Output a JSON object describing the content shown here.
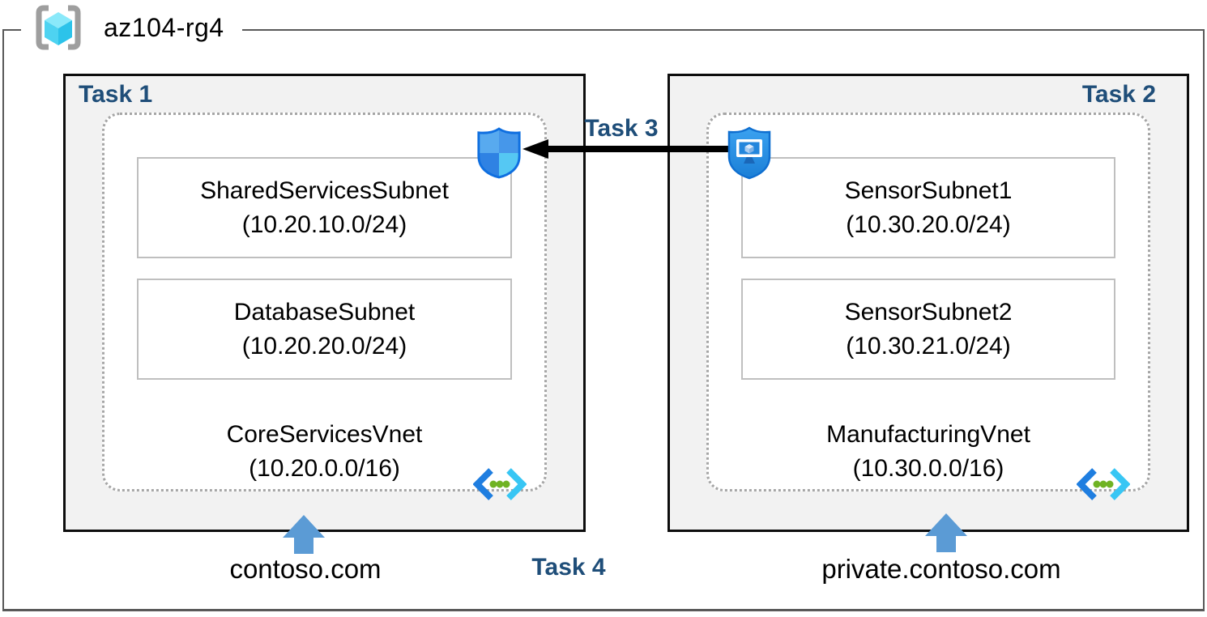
{
  "title": {
    "resource_group": "az104-rg4"
  },
  "colors": {
    "task_label": "#1f4e79",
    "box_fill": "#f2f2f2",
    "blue_arrow": "#5b9bd5",
    "nsg_outline": "#0f6fe0",
    "bastion_fill": "#2593ea",
    "vnet_chevron_left": "#1f7ee0",
    "vnet_chevron_right": "#38c6f4",
    "vnet_dots_green": "#6fb323",
    "rg_bracket_gray": "#9e9e9e",
    "rg_cube_cyan": "#4ed3f1"
  },
  "left_box": {
    "task_label": "Task 1",
    "vnet": {
      "name": "CoreServicesVnet",
      "cidr": "(10.20.0.0/16)"
    },
    "subnets": [
      {
        "name": "SharedServicesSubnet",
        "cidr": "(10.20.10.0/24)"
      },
      {
        "name": "DatabaseSubnet",
        "cidr": "(10.20.20.0/24)"
      }
    ],
    "domain": "contoso.com"
  },
  "right_box": {
    "task_label": "Task 2",
    "vnet": {
      "name": "ManufacturingVnet",
      "cidr": "(10.30.0.0/16)"
    },
    "subnets": [
      {
        "name": "SensorSubnet1",
        "cidr": "(10.30.20.0/24)"
      },
      {
        "name": "SensorSubnet2",
        "cidr": "(10.30.21.0/24)"
      }
    ],
    "domain": "private.contoso.com"
  },
  "annotations": {
    "task3_label": "Task 3",
    "task4_label": "Task 4"
  },
  "icons": {
    "resource_group": "resource-group-icon",
    "network_security_group": "nsg-shield-icon",
    "bastion": "bastion-shield-monitor-icon",
    "virtual_network": "virtual-network-icon",
    "up_arrow": "up-arrow-icon",
    "peering_arrow": "left-black-arrow-icon"
  }
}
